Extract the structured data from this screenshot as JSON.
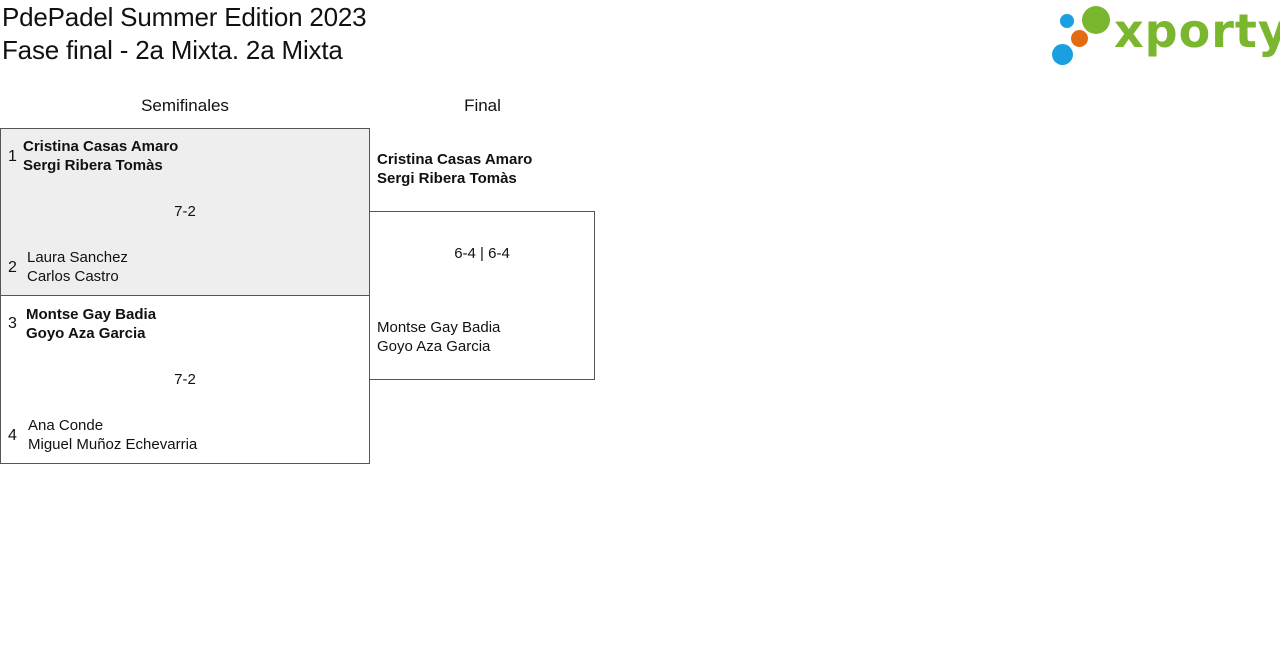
{
  "header": {
    "title": "PdePadel Summer Edition 2023",
    "subtitle": "Fase final - 2a Mixta. 2a Mixta"
  },
  "logo": {
    "text": "xporty",
    "colors": {
      "text": "#7ab62e",
      "dot_green": "#7ab62e",
      "dot_blue": "#1a9fe0",
      "dot_orange": "#e36b12"
    }
  },
  "rounds": [
    {
      "label": "Semifinales"
    },
    {
      "label": "Final"
    }
  ],
  "semifinal_1": {
    "highlight_color": "#eeeeee",
    "team_a": {
      "seed": "1",
      "player1": "Cristina Casas Amaro",
      "player2": "Sergi Ribera Tomàs",
      "winner": true
    },
    "score": "7-2",
    "team_b": {
      "seed": "2",
      "player1": "Laura Sanchez",
      "player2": "Carlos Castro",
      "winner": false
    }
  },
  "semifinal_2": {
    "team_a": {
      "seed": "3",
      "player1": "Montse Gay Badia",
      "player2": "Goyo Aza Garcia",
      "winner": true
    },
    "score": "7-2",
    "team_b": {
      "seed": "4",
      "player1": "Ana Conde",
      "player2": "Miguel Muñoz Echevarria",
      "winner": false
    }
  },
  "final": {
    "team_a": {
      "player1": "Cristina Casas Amaro",
      "player2": "Sergi Ribera Tomàs",
      "winner": true
    },
    "score": "6-4 | 6-4",
    "team_b": {
      "player1": "Montse Gay Badia",
      "player2": "Goyo Aza Garcia",
      "winner": false
    }
  }
}
